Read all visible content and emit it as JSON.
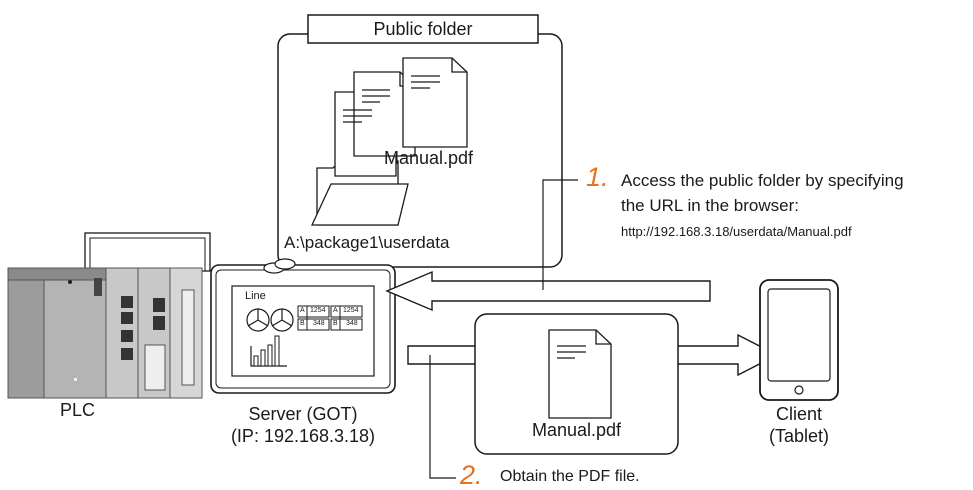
{
  "public_folder": {
    "title": "Public folder",
    "file_name": "Manual.pdf",
    "path": "A:\\package1\\userdata"
  },
  "devices": {
    "plc_label": "PLC",
    "server_label_line1": "Server (GOT)",
    "server_label_line2": "(IP: 192.168.3.18)",
    "client_label_line1": "Client",
    "client_label_line2": "(Tablet)",
    "screen_line_label": "Line"
  },
  "got_screen_values": {
    "a1_letter": "A",
    "a1_value": "1254",
    "b1_letter": "B",
    "b1_value": "348",
    "a2_letter": "A",
    "a2_value": "1254",
    "b2_letter": "B",
    "b2_value": "348"
  },
  "transfer": {
    "file_name": "Manual.pdf"
  },
  "steps": [
    {
      "number": "1.",
      "line1": "Access the public folder by specifying",
      "line2": "the URL in the browser:",
      "url": "http://192.168.3.18/userdata/Manual.pdf"
    },
    {
      "number": "2.",
      "line1": "Obtain the PDF file."
    }
  ],
  "colors": {
    "step_number": "#e8701e",
    "outline": "#1a1a1a",
    "plc_gray": "#9c9c9c"
  }
}
